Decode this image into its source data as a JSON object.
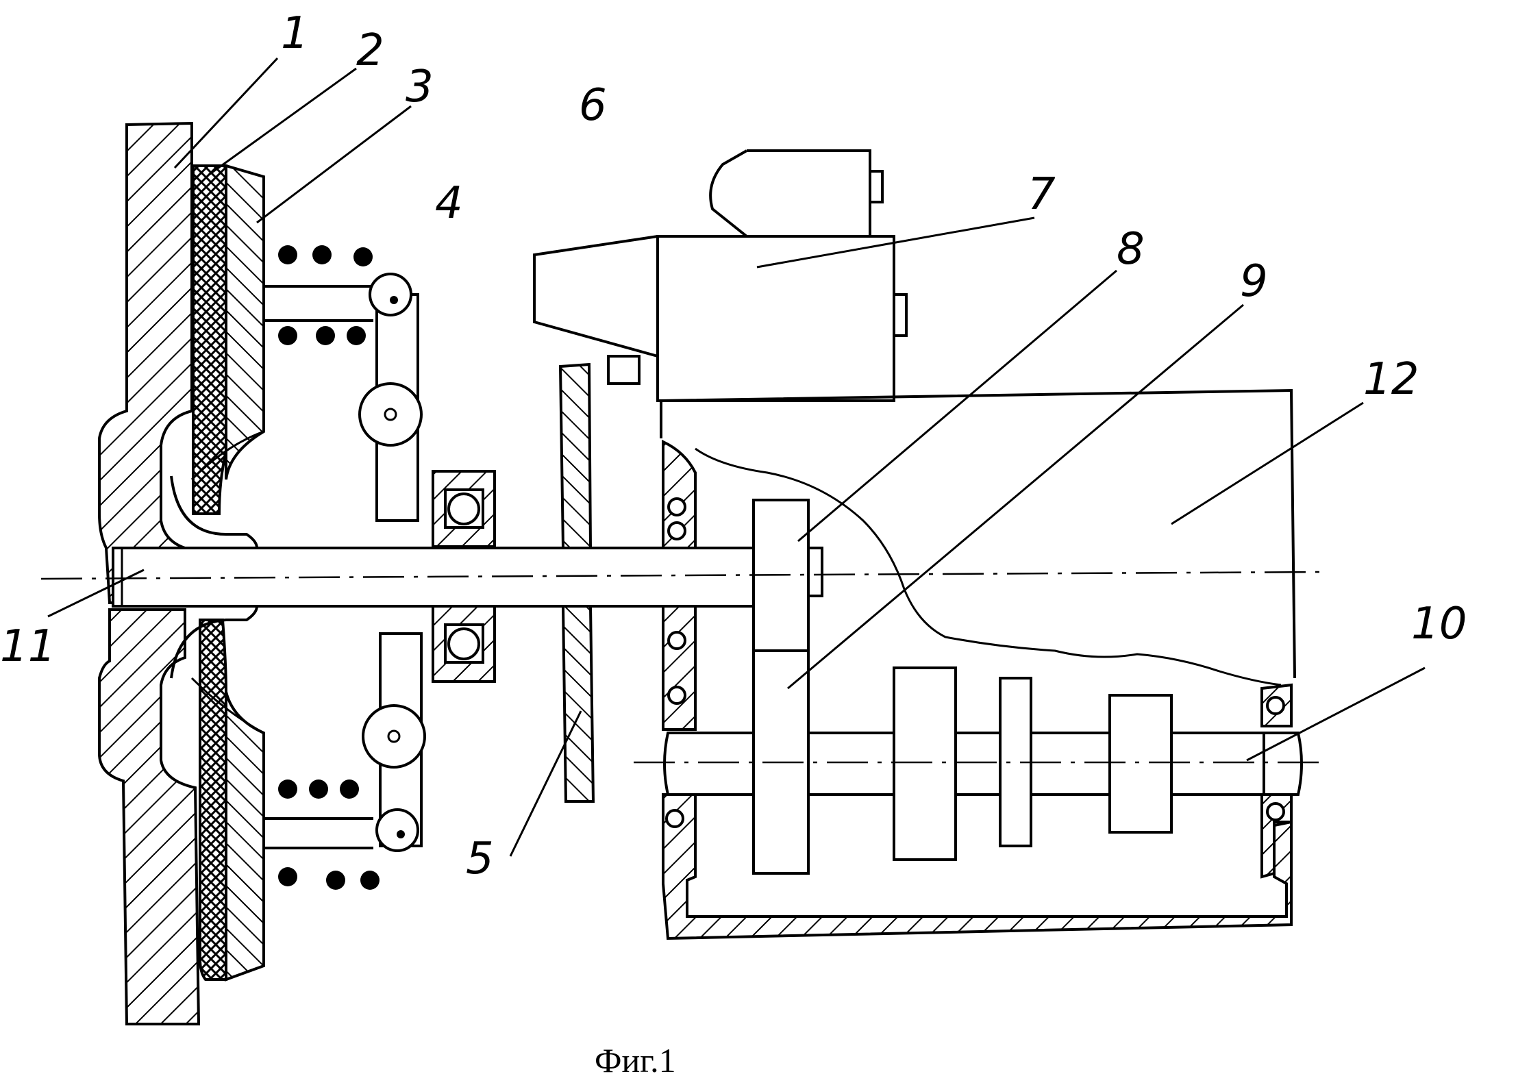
{
  "caption": "Фиг.1",
  "labels": {
    "l1": "1",
    "l2": "2",
    "l3": "3",
    "l4": "4",
    "l5": "5",
    "l6": "6",
    "l7": "7",
    "l8": "8",
    "l9": "9",
    "l10": "10",
    "l11": "11",
    "l12": "12"
  }
}
